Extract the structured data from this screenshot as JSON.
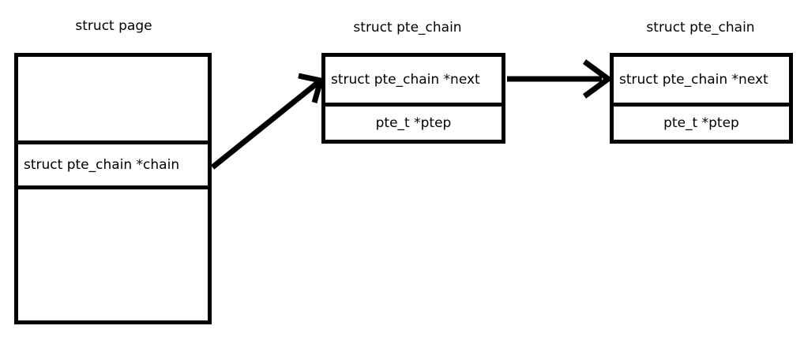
{
  "diagram": {
    "title_page": "struct page",
    "title_chain_first": "struct pte_chain",
    "title_chain_second": "struct pte_chain",
    "colors": {
      "stroke": "#000000",
      "text": "#000000",
      "background": "#ffffff"
    },
    "page_struct": {
      "label": "struct page",
      "fields": [
        {
          "name": "empty-top",
          "text": ""
        },
        {
          "name": "chain",
          "text": "struct pte_chain *chain"
        },
        {
          "name": "empty-bottom",
          "text": ""
        }
      ]
    },
    "pte_chain_first": {
      "label": "struct pte_chain",
      "fields": [
        {
          "name": "next",
          "text": "struct pte_chain *next"
        },
        {
          "name": "ptep",
          "text": "pte_t *ptep"
        }
      ]
    },
    "pte_chain_second": {
      "label": "struct pte_chain",
      "fields": [
        {
          "name": "next",
          "text": "struct pte_chain *next"
        },
        {
          "name": "ptep",
          "text": "pte_t *ptep"
        }
      ]
    },
    "arrows": [
      {
        "name": "chain-to-first-node",
        "from": "struct page.chain",
        "to": "struct pte_chain (first)"
      },
      {
        "name": "first-node-to-second-node",
        "from": "struct pte_chain (first).next",
        "to": "struct pte_chain (second)"
      }
    ]
  }
}
